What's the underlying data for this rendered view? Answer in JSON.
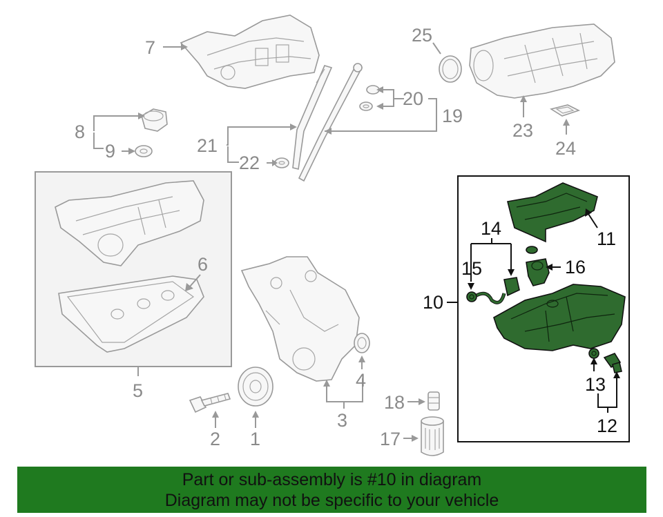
{
  "callouts": {
    "c1": "1",
    "c2": "2",
    "c3": "3",
    "c4": "4",
    "c5": "5",
    "c6": "6",
    "c7": "7",
    "c8": "8",
    "c9": "9",
    "c10": "10",
    "c11": "11",
    "c12": "12",
    "c13": "13",
    "c14": "14",
    "c15": "15",
    "c16": "16",
    "c17": "17",
    "c18": "18",
    "c19": "19",
    "c20": "20",
    "c21": "21",
    "c22": "22",
    "c23": "23",
    "c24": "24",
    "c25": "25"
  },
  "highlighted_part": "10",
  "colors": {
    "highlight": "#2f6b2f",
    "banner": "#1f7a1f",
    "callout": "#8a8a8a",
    "callout_active": "#111111"
  },
  "banner": {
    "line1": "Part or sub-assembly is #10 in diagram",
    "line2": "Diagram may not be specific to your vehicle"
  }
}
